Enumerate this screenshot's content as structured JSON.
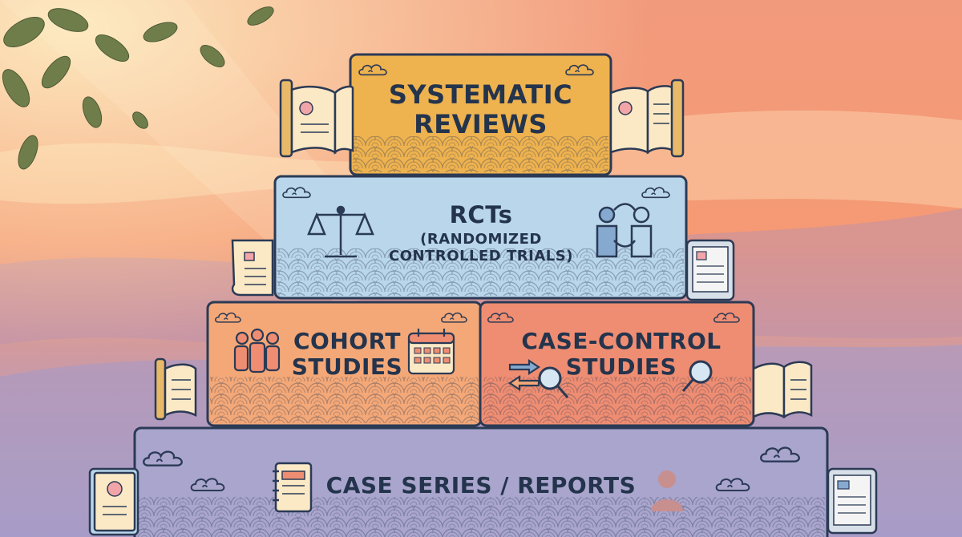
{
  "pyramid": {
    "tiers": [
      {
        "id": "systematic",
        "lines": [
          "SYSTEMATIC",
          "REVIEWS"
        ],
        "fill": "#eeb24f"
      },
      {
        "id": "rct",
        "lines": [
          "RCTs",
          "(RANDOMIZED",
          "CONTROLLED TRIALS)"
        ],
        "fill": "#b9d6ea"
      },
      {
        "id": "cohort",
        "lines": [
          "COHORT",
          "STUDIES"
        ],
        "fill": "#f4a877"
      },
      {
        "id": "casecontrol",
        "lines": [
          "CASE-CONTROL",
          "STUDIES"
        ],
        "fill": "#ef8d72"
      },
      {
        "id": "caseseries",
        "lines": [
          "CASE SERIES / REPORTS"
        ],
        "fill": "#a9a5cd"
      }
    ]
  },
  "colors": {
    "outline": "#2b3a55",
    "sky_top": "#f6a785",
    "sky_bottom": "#a89fc9",
    "text": "#24344d"
  },
  "icons": [
    "balance-scale-icon",
    "people-compare-icon",
    "group-icon",
    "calendar-icon",
    "arrows-icon",
    "magnifier-icon",
    "notebook-icon",
    "person-icon",
    "open-book-icon",
    "scroll-icon",
    "tablet-icon",
    "cloud-icon"
  ]
}
